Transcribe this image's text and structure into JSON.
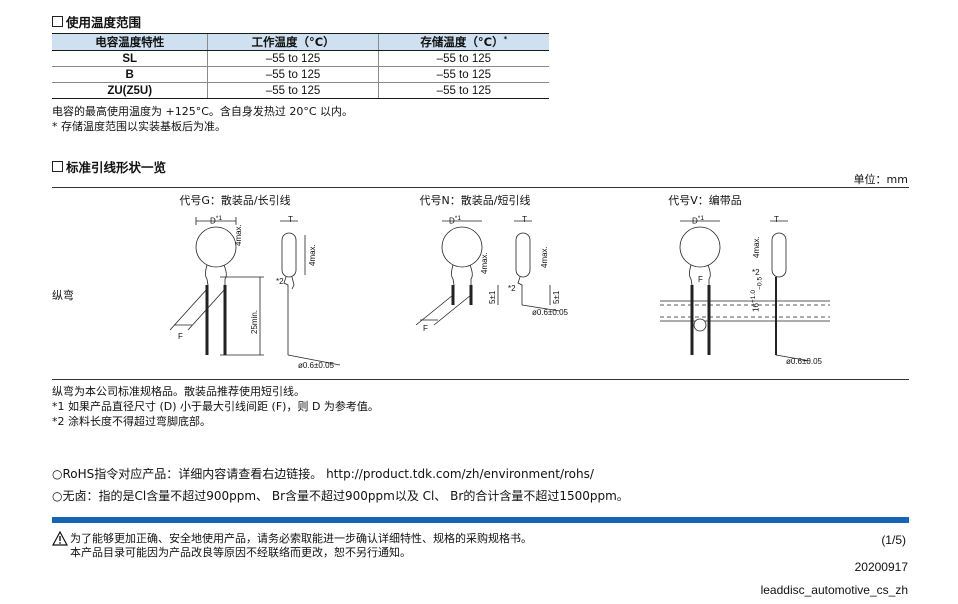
{
  "section1": {
    "title": "使用温度范围"
  },
  "temp_table": {
    "headers": [
      "电容温度特性",
      "工作温度（°C）",
      "存储温度（°C）"
    ],
    "header_mark": "*",
    "rows": [
      [
        "SL",
        "–55 to 125",
        "–55 to 125"
      ],
      [
        "B",
        "–55 to 125",
        "–55 to 125"
      ],
      [
        "ZU(Z5U)",
        "–55 to 125",
        "–55 to 125"
      ]
    ]
  },
  "temp_notes": [
    "电容的最高使用温度为 +125°C。含自身发热过 20°C 以内。",
    "* 存储温度范围以实装基板后为准。"
  ],
  "section2": {
    "title": "标准引线形状一览",
    "unit": "单位：mm",
    "row_label": "纵弯"
  },
  "diagrams": [
    {
      "caption": "代号G：散装品/长引线",
      "dim_D": "D",
      "dim_T": "T",
      "sup1": "*1",
      "sup2": "*2",
      "dim_4max_a": "4max.",
      "dim_4max_b": "4max.",
      "dim_len": "25min.",
      "dim_F": "F",
      "dim_lead": "ø0.6±0.05"
    },
    {
      "caption": "代号N：散装品/短引线",
      "dim_D": "D",
      "dim_T": "T",
      "sup1": "*1",
      "sup2": "*2",
      "dim_4max_a": "4max.",
      "dim_4max_b": "4max.",
      "dim_5a": "5±1",
      "dim_5b": "5±1",
      "dim_F": "F",
      "dim_lead": "ø0.6±0.05"
    },
    {
      "caption": "代号V：编带品",
      "dim_D": "D",
      "dim_T": "T",
      "sup1": "*1",
      "sup2": "*2",
      "dim_4max": "4max.",
      "dim_16": "16",
      "dim_16_tol_plus": "+1.0",
      "dim_16_tol_minus": "−0.5",
      "dim_F": "F",
      "dim_lead": "ø0.6±0.05"
    }
  ],
  "lead_notes": [
    "纵弯为本公司标准规格品。散装品推荐使用短引线。",
    "*1 如果产品直径尺寸 (D) 小于最大引线间距 (F)，则 D 为参考值。",
    "*2 涂料长度不得超过弯脚底部。"
  ],
  "compliance": [
    {
      "bullet": "○",
      "text": "RoHS指令对应产品：详细内容请查看右边链接。 http://product.tdk.com/zh/environment/rohs/"
    },
    {
      "bullet": "○",
      "text": "无卤：指的是Cl含量不超过900ppm、 Br含量不超过900ppm以及 Cl、 Br的合计含量不超过1500ppm。"
    }
  ],
  "footer": {
    "warning_line1": "为了能够更加正确、安全地使用产品，请务必索取能进一步确认详细特性、规格的采购规格书。",
    "warning_line2": "本产品目录可能因为产品改良等原因不经联络而更改，恕不另行通知。",
    "page": "(1/5)",
    "date": "20200917",
    "doc_id": "leaddisc_automotive_cs_zh"
  },
  "colors": {
    "header_bg": "#cfe0f0",
    "footer_bar": "#1665b5",
    "capacitor_fill": "#ffffff"
  }
}
